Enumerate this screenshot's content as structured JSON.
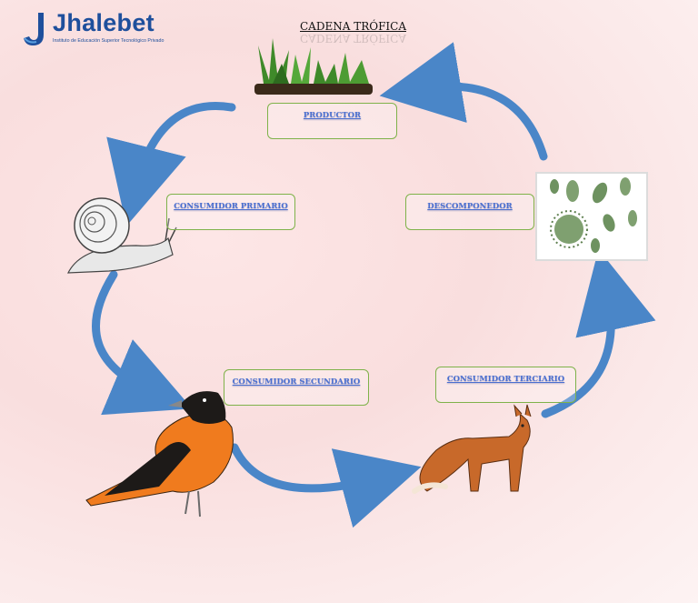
{
  "logo": {
    "name": "Jhalebet",
    "subtitle": "Instituto de Educación Superior Tecnológico Privado"
  },
  "title": "CADENA TRÓFICA",
  "nodes": {
    "productor": "PRODUCTOR",
    "consumidor_primario": "CONSUMIDOR PRIMARIO",
    "consumidor_secundario": "CONSUMIDOR SECUNDARIO",
    "consumidor_terciario": "CONSUMIDOR TERCIARIO",
    "descomponedor": "DESCOMPONEDOR"
  },
  "colors": {
    "arrow": "#4a86c8",
    "box_border": "#7fb24a",
    "label": "#4a6fd0",
    "brand": "#1e4f9c"
  }
}
